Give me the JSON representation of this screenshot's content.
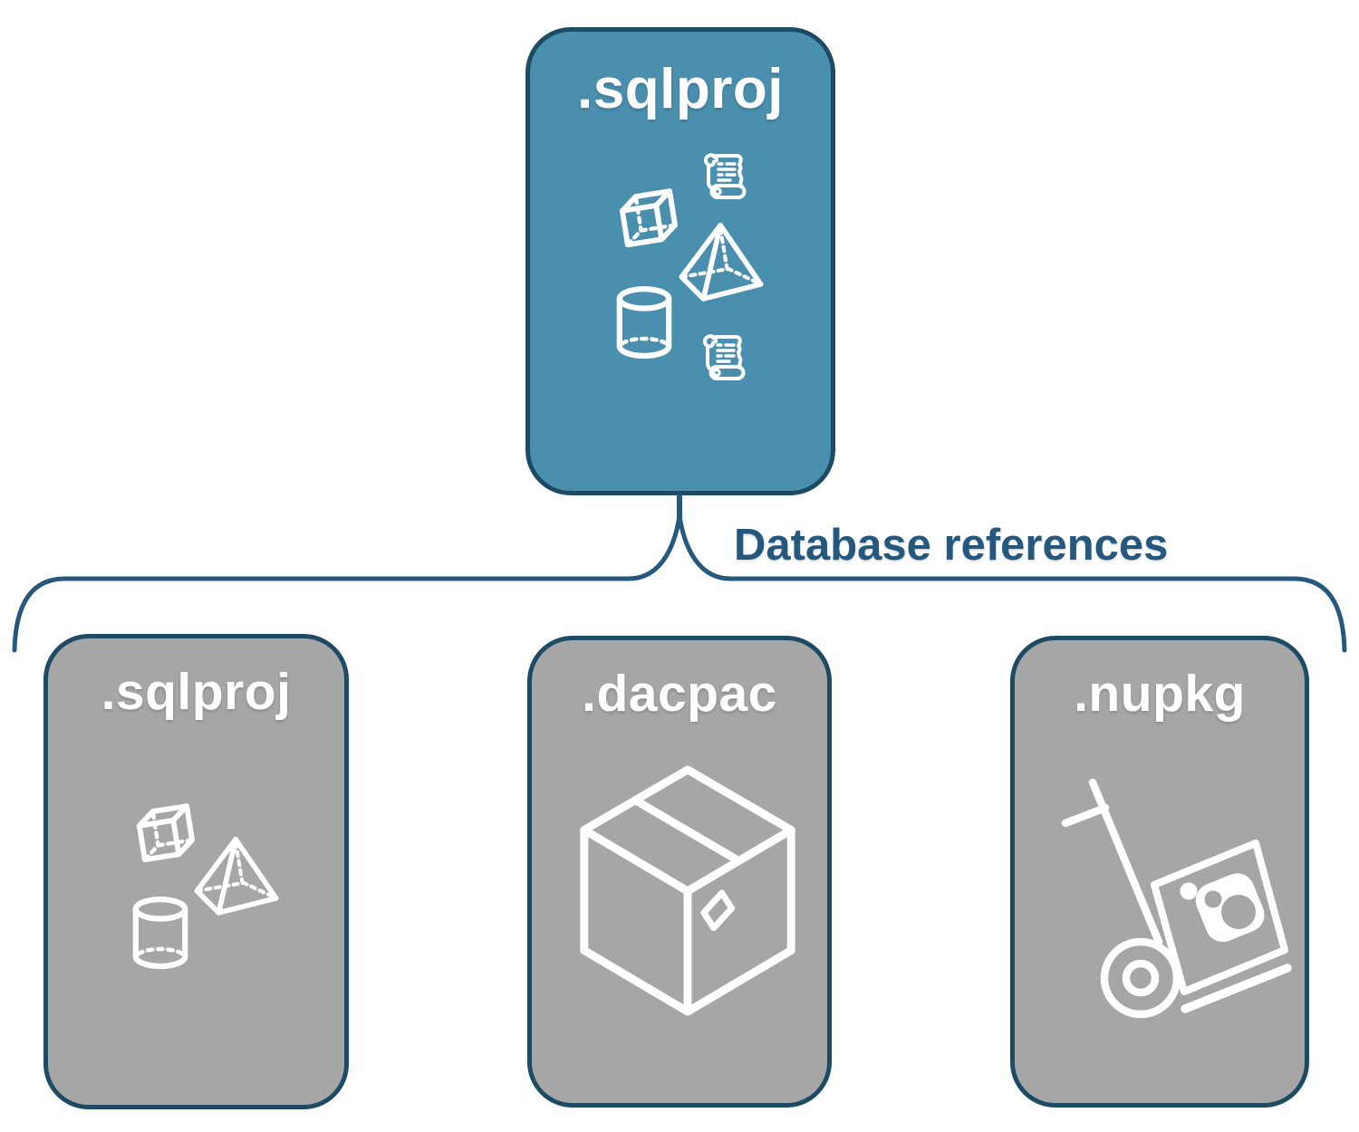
{
  "diagram": {
    "source_node": {
      "label": ".sqlproj",
      "icons": [
        "script-scroll-icon",
        "cube-icon",
        "pyramid-icon",
        "cylinder-icon",
        "script-scroll-icon"
      ]
    },
    "connector_label": "Database references",
    "target_nodes": [
      {
        "label": ".sqlproj",
        "icons": [
          "cube-icon",
          "pyramid-icon",
          "cylinder-icon"
        ]
      },
      {
        "label": ".dacpac",
        "icons": [
          "package-box-icon"
        ]
      },
      {
        "label": ".nupkg",
        "icons": [
          "nuget-hand-truck-icon"
        ]
      }
    ],
    "colors": {
      "source_fill": "#4a8fae",
      "target_fill": "#a6a6a6",
      "node_border": "#1d4b63",
      "connector": "#25587c",
      "icon": "#ffffff",
      "background": "#ffffff"
    }
  }
}
